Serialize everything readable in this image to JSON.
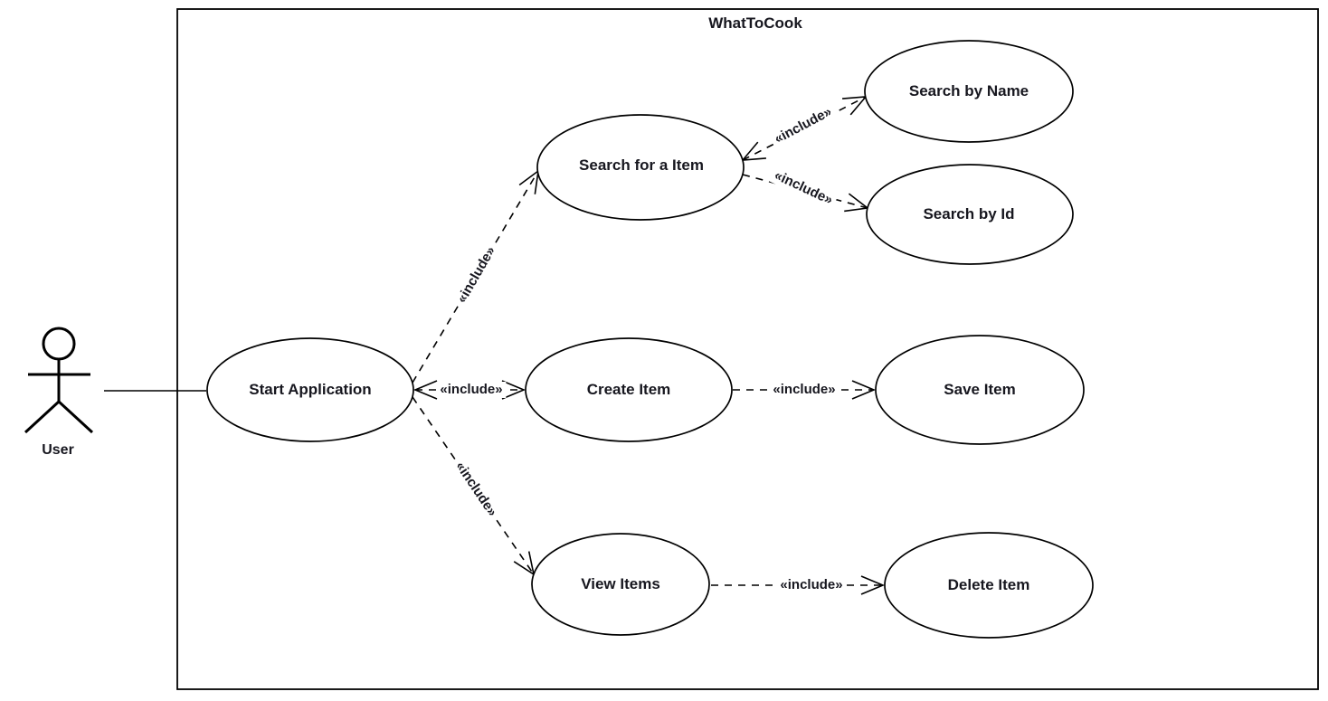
{
  "system_boundary": {
    "title": "WhatToCook"
  },
  "actor": {
    "label": "User"
  },
  "use_cases": {
    "start_application": {
      "label": "Start Application"
    },
    "search_for_item": {
      "label": "Search for a Item"
    },
    "search_by_name": {
      "label": "Search by Name"
    },
    "search_by_id": {
      "label": "Search by Id"
    },
    "create_item": {
      "label": "Create Item"
    },
    "save_item": {
      "label": "Save Item"
    },
    "view_items": {
      "label": "View Items"
    },
    "delete_item": {
      "label": "Delete Item"
    }
  },
  "relationships": [
    {
      "from": "User",
      "to": "Start Application",
      "type": "association",
      "label": ""
    },
    {
      "from": "Start Application",
      "to": "Search for a Item",
      "type": "include",
      "label": "«include»"
    },
    {
      "from": "Start Application",
      "to": "Create Item",
      "type": "include",
      "label": "«include»"
    },
    {
      "from": "Start Application",
      "to": "View Items",
      "type": "include",
      "label": "«include»"
    },
    {
      "from": "Search for a Item",
      "to": "Search by Name",
      "type": "include",
      "label": "«include»"
    },
    {
      "from": "Search for a Item",
      "to": "Search by Id",
      "type": "include",
      "label": "«include»"
    },
    {
      "from": "Create Item",
      "to": "Save Item",
      "type": "include",
      "label": "«include»"
    },
    {
      "from": "View Items",
      "to": "Delete Item",
      "type": "include",
      "label": "«include»"
    }
  ],
  "colors": {
    "stroke": "#000000",
    "text": "#17171f",
    "background": "#ffffff"
  }
}
